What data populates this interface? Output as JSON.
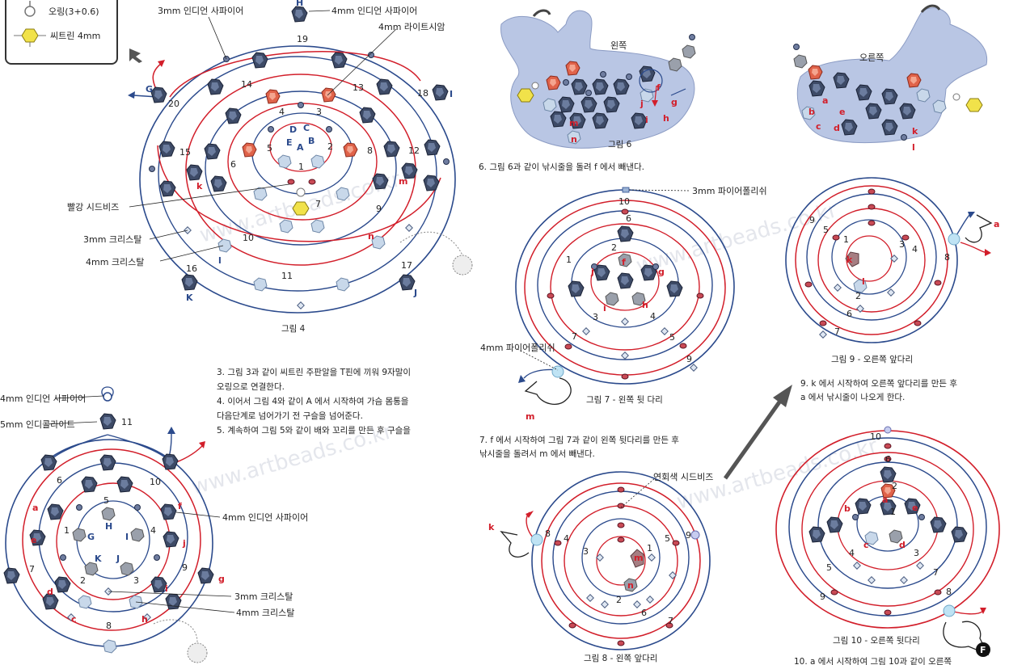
{
  "legend": {
    "items": [
      "오링(3+0.6)",
      "씨트린 4mm"
    ]
  },
  "fig4": {
    "caption": "그림 4",
    "callouts": [
      "3mm 인디언 사파이어",
      "4mm 인디언 사파이어",
      "4mm 라이트시암",
      "빨강 시드비즈",
      "3mm 크리스탈",
      "4mm 크리스탈"
    ],
    "numbers": [
      "19",
      "14",
      "13",
      "18",
      "20",
      "4",
      "3",
      "15",
      "5",
      "2",
      "8",
      "12",
      "6",
      "1",
      "7",
      "9",
      "10",
      "16",
      "11",
      "17"
    ],
    "letters_blue": [
      "H",
      "G",
      "I",
      "D",
      "C",
      "E",
      "B",
      "A",
      "K",
      "J"
    ],
    "letters_red": [
      "k",
      "m",
      "n",
      "l"
    ]
  },
  "fig5": {
    "callouts": [
      "4mm 인디언 사파이어",
      "5mm 인디콜라이트",
      "4mm 인디언 사파이어",
      "3mm 크리스탈",
      "4mm 크리스탈"
    ],
    "top_number": "11",
    "numbers": [
      "6",
      "10",
      "5",
      "1",
      "4",
      "7",
      "2",
      "3",
      "9",
      "8"
    ],
    "letters_red": [
      "a",
      "f",
      "e",
      "j",
      "d",
      "g",
      "i",
      "c",
      "h"
    ],
    "letters_blue": [
      "G",
      "H",
      "I",
      "K",
      "J"
    ]
  },
  "instructions_left": [
    "3.  그림 3과 같이 씨트린 주판알을 T핀에 끼워 9자말이",
    "     오링으로 연결한다.",
    "4.  이어서 그림 4와 같이  A  에서 시작하여 가슴 몸통을",
    "     다음단계로 넘어가기 전 구슬을 넘어준다.",
    "5.  계속하여 그림 5와 같이 배와 꼬리를 만든 후 구슬을"
  ],
  "fig6": {
    "left_label": "왼쪽",
    "right_label": "오른쪽",
    "caption": "그림 6",
    "instruction": "6.  그림 6과 같이 낚시줄을 돌려  f  에서 빼낸다.",
    "letters_left": [
      "f",
      "g",
      "j",
      "i",
      "h",
      "m",
      "n"
    ],
    "letters_right": [
      "b",
      "a",
      "e",
      "c",
      "d",
      "k",
      "l"
    ]
  },
  "fig7": {
    "caption": "그림 7 - 왼쪽 뒷 다리",
    "callouts": [
      "3mm 파이어폴리쉬",
      "4mm 파이어폴리쉬"
    ],
    "numbers": [
      "10",
      "6",
      "2",
      "1",
      "3",
      "4",
      "7",
      "5",
      "9"
    ],
    "letters": [
      "f",
      "j",
      "g",
      "i",
      "h",
      "m"
    ],
    "instruction": [
      "7.   f  에서 시작하여 그림 7과 같이 왼쪽 뒷다리를 만든 후",
      "      낚시줄을 돌려서  m  에서 빼낸다."
    ]
  },
  "fig8": {
    "caption": "그림 8 - 왼쪽 앞다리",
    "callouts": [
      "연회색 시드비즈"
    ],
    "numbers": [
      "8",
      "4",
      "3",
      "1",
      "5",
      "9",
      "2",
      "6",
      "7"
    ],
    "letters": [
      "k",
      "m",
      "n"
    ]
  },
  "fig9": {
    "caption": "그림 9 - 오른쪽 앞다리",
    "numbers": [
      "9",
      "5",
      "1",
      "3",
      "4",
      "8",
      "2",
      "6",
      "7"
    ],
    "letters": [
      "a",
      "k",
      "l"
    ],
    "instruction": [
      "9.   k  에서 시작하여 오른쪽 앞다리를 만든 후",
      "      a  에서 낚시줄이 나오게 한다."
    ]
  },
  "fig10": {
    "caption": "그림 10 - 오른쪽 뒷다리",
    "numbers": [
      "10",
      "6",
      "2",
      "1",
      "4",
      "3",
      "5",
      "7",
      "8",
      "9"
    ],
    "letters": [
      "b",
      "a",
      "e",
      "c",
      "d"
    ],
    "footer_text": "10.  a  에서 시작하여 그림 10과 같이 오른쪽",
    "page_badge": "F"
  },
  "watermark": "www.artbeads.co.kr",
  "colors": {
    "red": "#d21e2a",
    "blue": "#2b4a8c",
    "bead_dark": "#3d4a66",
    "bead_red": "#e0634a",
    "crystal": "#c8d8ea",
    "body_fill": "#b9c6e4"
  }
}
